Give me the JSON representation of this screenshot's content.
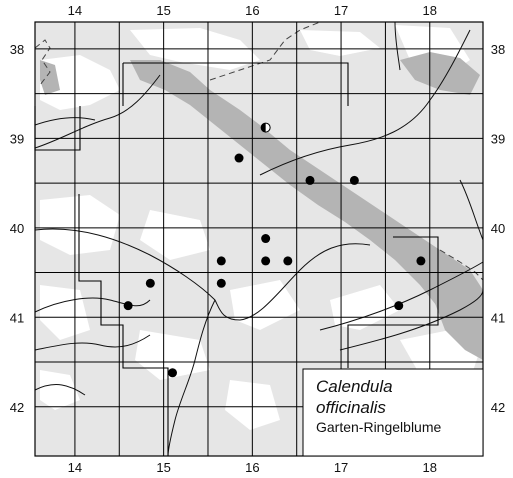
{
  "map": {
    "x_labels": [
      "14",
      "15",
      "16",
      "17",
      "18"
    ],
    "y_labels": [
      "38",
      "39",
      "40",
      "41",
      "42"
    ],
    "legend": {
      "species_line1": "Calendula",
      "species_line2": "officinalis",
      "common_name": "Garten-Ringelblume"
    },
    "colors": {
      "background": "#ffffff",
      "terrain_light": "#e6e6e6",
      "terrain_dark": "#b4b4b4",
      "grid": "#000000"
    },
    "markers": [
      {
        "type": "half",
        "col": 16.15,
        "row": 38.88
      },
      {
        "type": "full",
        "col": 15.85,
        "row": 39.22
      },
      {
        "type": "full",
        "col": 16.65,
        "row": 39.47
      },
      {
        "type": "full",
        "col": 17.15,
        "row": 39.47
      },
      {
        "type": "full",
        "col": 16.15,
        "row": 40.12
      },
      {
        "type": "full",
        "col": 15.65,
        "row": 40.37
      },
      {
        "type": "full",
        "col": 16.15,
        "row": 40.37
      },
      {
        "type": "full",
        "col": 16.4,
        "row": 40.37
      },
      {
        "type": "full",
        "col": 17.9,
        "row": 40.37
      },
      {
        "type": "full",
        "col": 14.85,
        "row": 40.62
      },
      {
        "type": "full",
        "col": 15.65,
        "row": 40.62
      },
      {
        "type": "full",
        "col": 14.6,
        "row": 40.87
      },
      {
        "type": "full",
        "col": 17.65,
        "row": 40.87
      },
      {
        "type": "full",
        "col": 15.1,
        "row": 41.62
      }
    ]
  }
}
